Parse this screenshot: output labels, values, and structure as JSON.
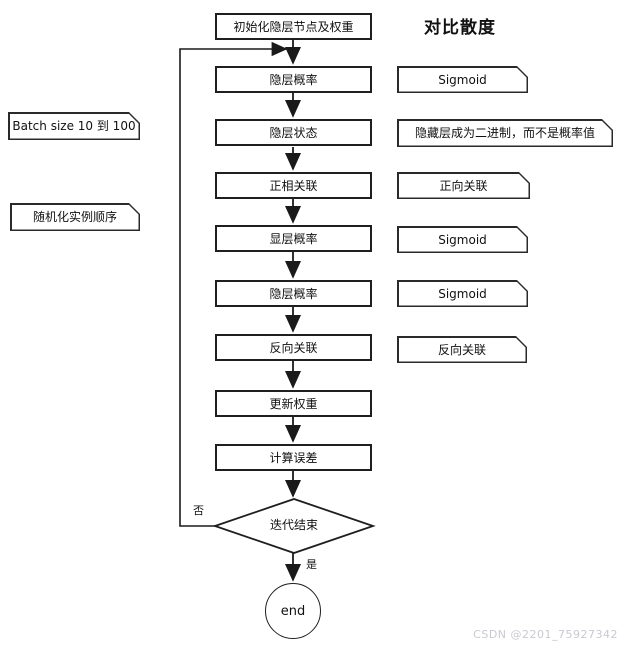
{
  "title": "对比散度",
  "flow": {
    "start": "初始化隐层节点及权重",
    "steps": [
      "隐层概率",
      "隐层状态",
      "正相关联",
      "显层概率",
      "隐层概率",
      "反向关联",
      "更新权重",
      "计算误差"
    ],
    "decision": "迭代结束",
    "branch_no": "否",
    "branch_yes": "是",
    "end": "end"
  },
  "left_notes": [
    "Batch size 10 到 100",
    "随机化实例顺序"
  ],
  "right_notes": [
    "Sigmoid",
    "隐藏层成为二进制，而不是概率值",
    "正向关联",
    "Sigmoid",
    "Sigmoid",
    "反向关联"
  ],
  "watermark": "CSDN @2201_75927342",
  "colors": {
    "stroke": "#1f1f1f",
    "text": "#111111",
    "watermark": "#c9c9d2",
    "background": "#ffffff"
  }
}
